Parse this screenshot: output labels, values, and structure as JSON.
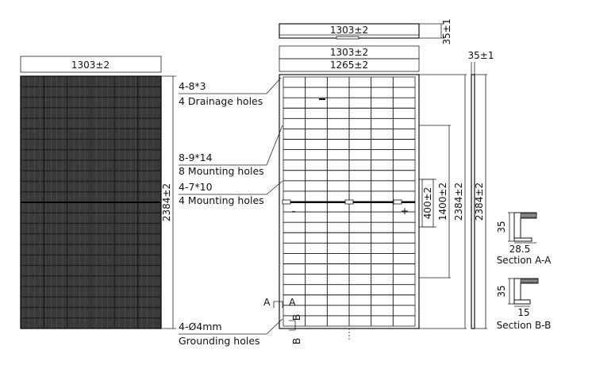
{
  "dimensions": {
    "front_width": "1303±2",
    "front_height": "2384±2",
    "top_width": "1303±2",
    "top_depth": "35±1",
    "back_width": "1303±2",
    "back_inner_width": "1265±2",
    "side_depth": "35±1",
    "hole_spacing_400": "400±2",
    "hole_spacing_1400": "1400±2",
    "back_height": "2384±2",
    "side_height": "2384±2"
  },
  "callouts": {
    "drainage_spec": "4-8*3",
    "drainage_label": "4 Drainage holes",
    "mounting8_spec": "8-9*14",
    "mounting8_label": "8 Mounting holes",
    "mounting4_spec": "4-7*10",
    "mounting4_label": "4 Mounting holes",
    "grounding_spec": "4-Ø4mm",
    "grounding_label": "Grounding holes"
  },
  "junction": {
    "minus": "-",
    "plus": "+"
  },
  "section_marks": {
    "a": "A",
    "b": "B"
  },
  "sections": {
    "a_height": "35",
    "a_width": "28.5",
    "a_title": "Section A-A",
    "b_height": "35",
    "b_width": "15",
    "b_title": "Section B-B"
  }
}
